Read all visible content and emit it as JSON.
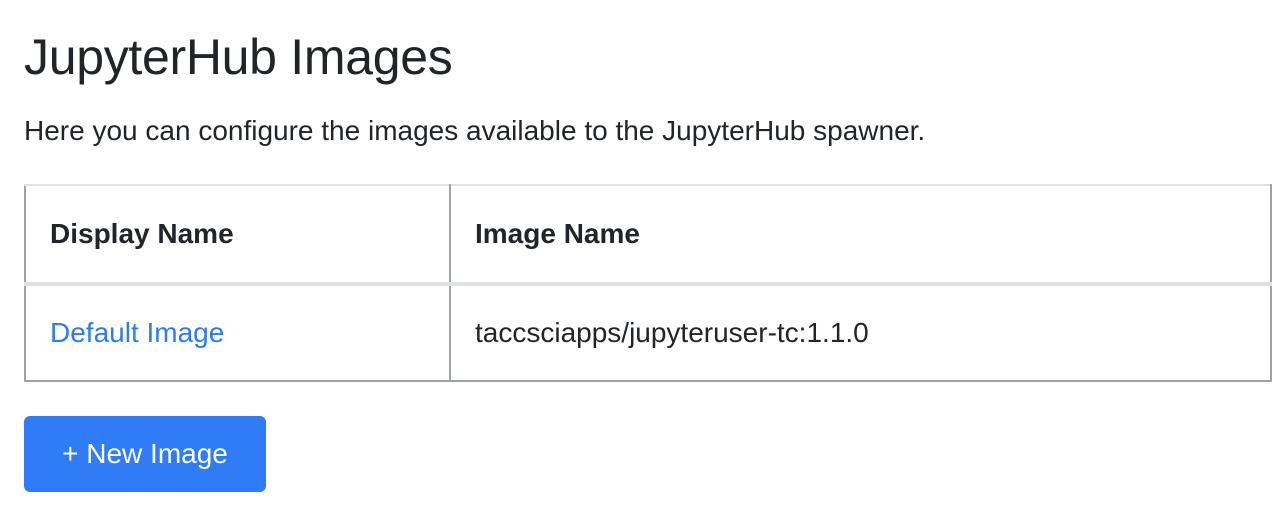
{
  "page": {
    "title": "JupyterHub Images",
    "description": "Here you can configure the images available to the JupyterHub spawner."
  },
  "table": {
    "columns": [
      "Display Name",
      "Image Name"
    ],
    "rows": [
      {
        "display_name": "Default Image",
        "image_name": "taccsciapps/jupyteruser-tc:1.1.0"
      }
    ]
  },
  "actions": {
    "new_image_label": "+ New Image"
  },
  "colors": {
    "link": "#2e7bf0",
    "primary_button": "#2f7cf6",
    "text": "#212529"
  }
}
